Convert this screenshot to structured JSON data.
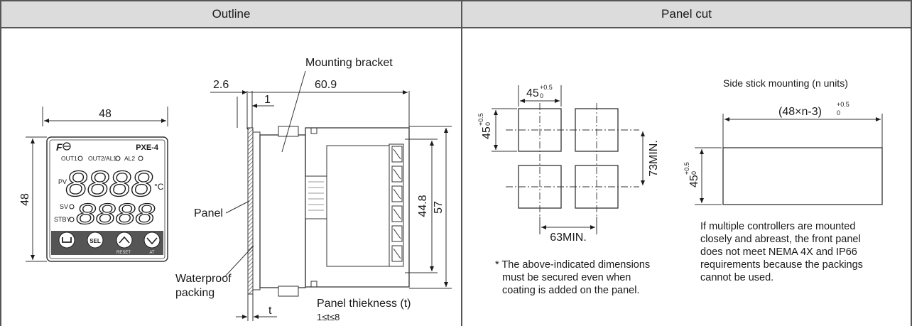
{
  "headers": {
    "outline": "Outline",
    "panel_cut": "Panel cut"
  },
  "outline": {
    "front": {
      "width": "48",
      "height": "48",
      "brand": "F",
      "model": "PXE-4",
      "out1": "OUT1",
      "out2": "OUT2/AL1",
      "al2": "AL2",
      "pv": "PV",
      "sv": "SV",
      "stby": "STBY",
      "unit": "°C",
      "pv_digits": "8888",
      "sv_digits": "8888",
      "sel": "SEL",
      "reset": "RESET",
      "at": "AT"
    },
    "side": {
      "dim_2_6": "2.6",
      "dim_1": "1",
      "dim_60_9": "60.9",
      "dim_44_8": "44.8",
      "dim_57": "57",
      "dim_t": "t",
      "mounting_bracket": "Mounting bracket",
      "panel": "Panel",
      "waterproof": "Waterproof",
      "packing": "packing",
      "thickness": "Panel thiekness (t)",
      "thickness_range": "1≤t≤8"
    }
  },
  "panel_cut": {
    "dim_45_top": "45",
    "tol_top": "+0.5",
    "tol_bot": "0",
    "dim_45_side": "45",
    "dim_73": "73MIN.",
    "dim_63": "63MIN.",
    "note": [
      "* The above-indicated dimensions",
      "must be secured even when",
      "coating is added on the panel."
    ],
    "side_title": "Side stick mounting (n units)",
    "side_width": "(48×n-3)",
    "side_height": "45",
    "warning": [
      "If multiple controllers are mounted",
      "closely and abreast, the front panel",
      "does not meet NEMA 4X and IP66",
      "requirements because the packings",
      "cannot be used."
    ]
  }
}
